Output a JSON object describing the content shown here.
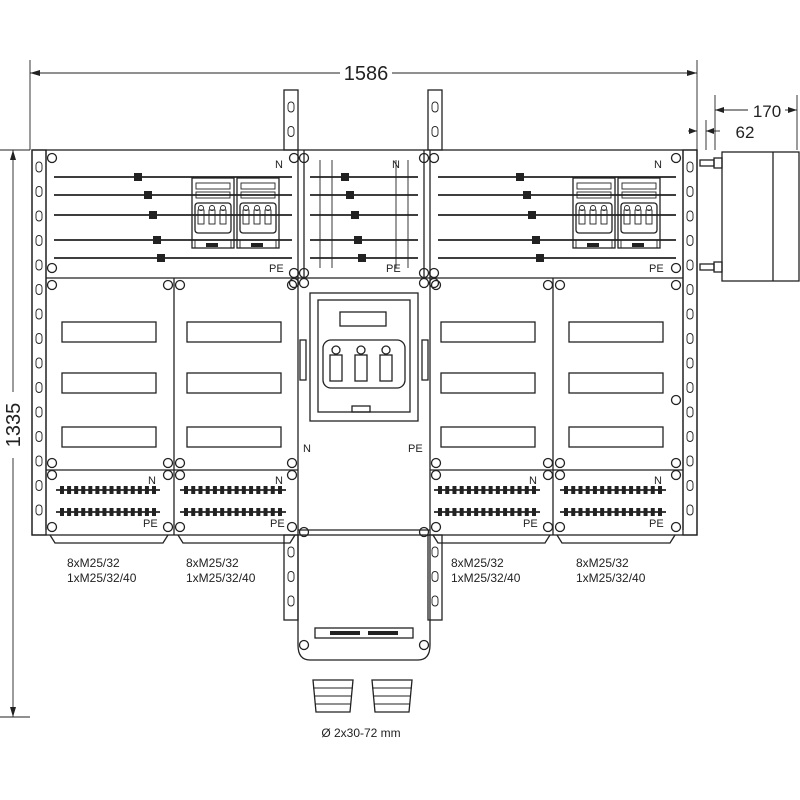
{
  "dimensions": {
    "width": "1586",
    "height": "1335",
    "depth_total": "170",
    "depth_part": "62",
    "cable_entry": "Ø 2x30-72 mm"
  },
  "labels": {
    "neutral": "N",
    "protective_earth": "PE"
  },
  "meter_panels": [
    {
      "line1": "8xM25/32",
      "line2": "1xM25/32/40"
    },
    {
      "line1": "8xM25/32",
      "line2": "1xM25/32/40"
    },
    {
      "line1": "8xM25/32",
      "line2": "1xM25/32/40"
    },
    {
      "line1": "8xM25/32",
      "line2": "1xM25/32/40"
    }
  ]
}
